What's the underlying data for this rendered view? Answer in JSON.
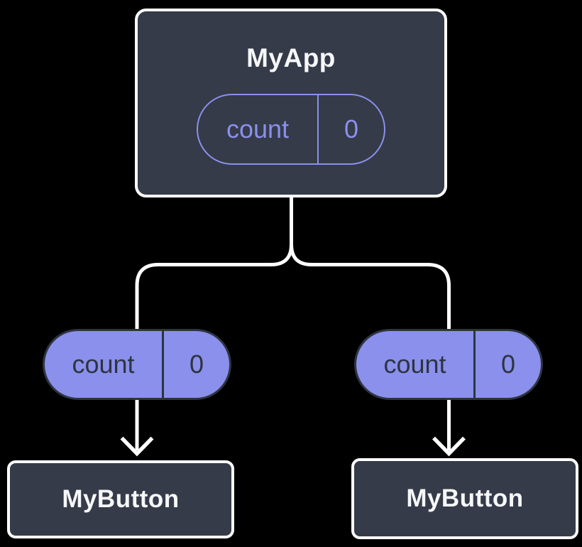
{
  "diagram": {
    "root": {
      "title": "MyApp",
      "state_pill": {
        "name": "count",
        "value": "0"
      }
    },
    "prop_pills": [
      {
        "name": "count",
        "value": "0"
      },
      {
        "name": "count",
        "value": "0"
      }
    ],
    "children": [
      {
        "title": "MyButton"
      },
      {
        "title": "MyButton"
      }
    ],
    "colors": {
      "background": "#000000",
      "component_box_fill": "#353B48",
      "component_box_border": "#FFFFFF",
      "accent_purple": "#8A90EC",
      "dark_pill_text": "#2E3440",
      "connector_line": "#FFFFFF",
      "title_text": "#F6F7F9"
    }
  }
}
